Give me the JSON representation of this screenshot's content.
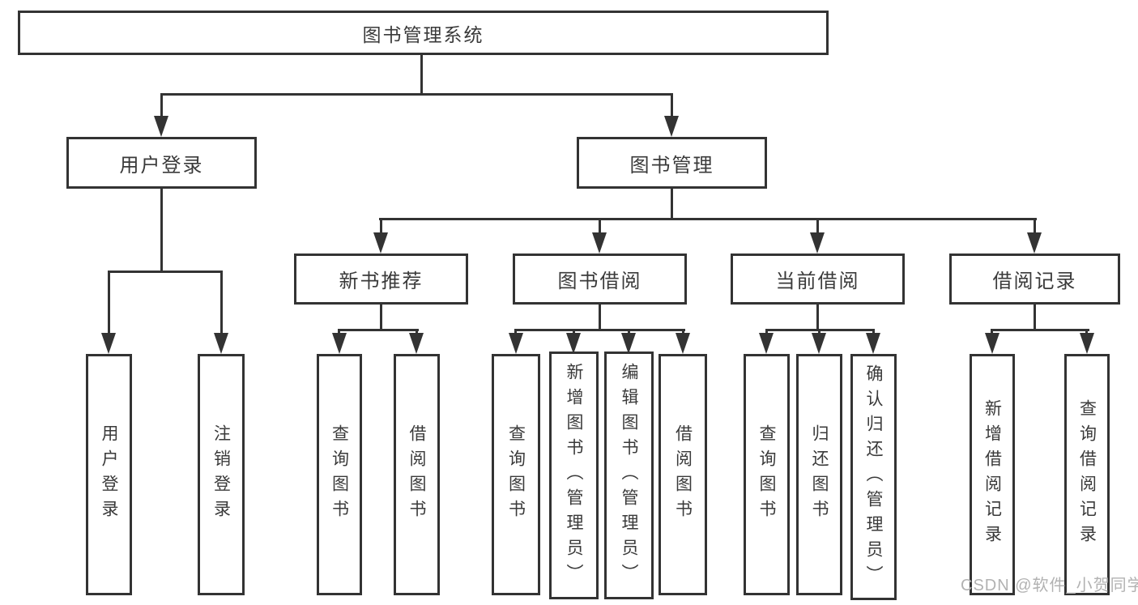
{
  "diagram": {
    "root": "图书管理系统",
    "level2": [
      {
        "label": "用户登录",
        "children": [
          {
            "label": "用户登录"
          },
          {
            "label": "注销登录"
          }
        ]
      },
      {
        "label": "图书管理",
        "children": [
          {
            "label": "新书推荐",
            "children": [
              {
                "label": "查询图书"
              },
              {
                "label": "借阅图书"
              }
            ]
          },
          {
            "label": "图书借阅",
            "children": [
              {
                "label": "查询图书"
              },
              {
                "label": "新增图书（管理员）"
              },
              {
                "label": "编辑图书（管理员）"
              },
              {
                "label": "借阅图书"
              }
            ]
          },
          {
            "label": "当前借阅",
            "children": [
              {
                "label": "查询图书"
              },
              {
                "label": "归还图书"
              },
              {
                "label": "确认归还（管理员）"
              }
            ]
          },
          {
            "label": "借阅记录",
            "children": [
              {
                "label": "新增借阅记录"
              },
              {
                "label": "查询借阅记录"
              }
            ]
          }
        ]
      }
    ]
  },
  "watermark": {
    "text": "CSDN @软件_小贺同学"
  }
}
